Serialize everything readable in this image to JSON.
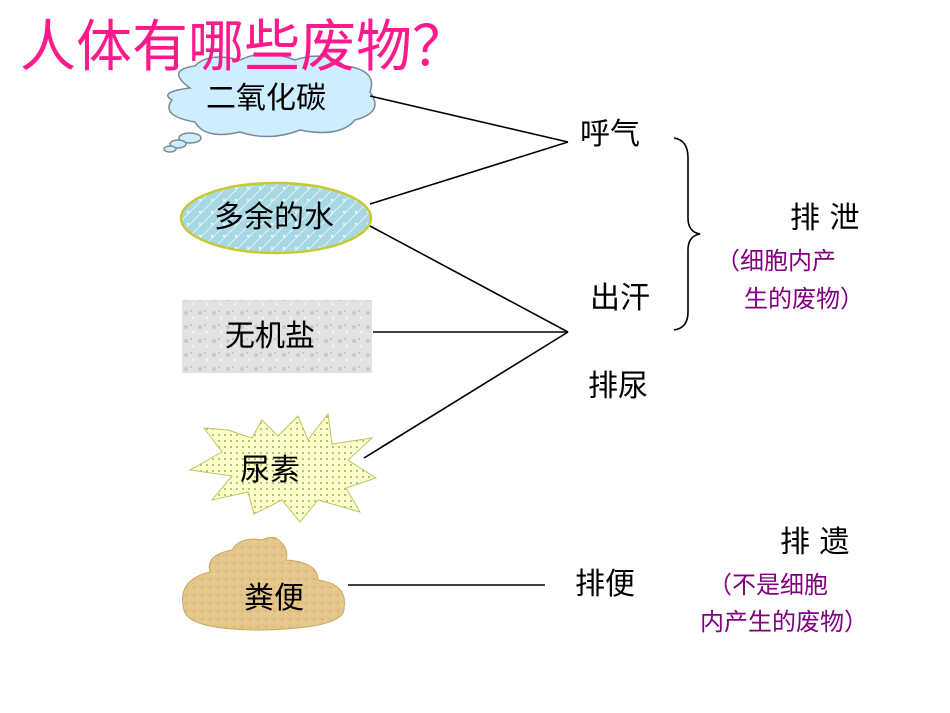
{
  "title": "人体有哪些废物？",
  "nodes": {
    "co2": "二氧化碳",
    "water": "多余的水",
    "salt": "无机盐",
    "urea": "尿素",
    "feces": "粪便"
  },
  "processes": {
    "breath": "呼气",
    "sweat": "出汗",
    "urine": "排尿",
    "defecate": "排便"
  },
  "groups": {
    "excretion": {
      "label": "排 泄",
      "note_line1": "（细胞内产",
      "note_line2": "生的废物）"
    },
    "egestion": {
      "label": "排 遗",
      "note_line1": "（不是细胞",
      "note_line2": "内产生的废物）"
    }
  },
  "colors": {
    "title": "#ff1a8c",
    "note": "#800080",
    "cloud_fill": "#cceeff",
    "water_fill": "#9fd4e0",
    "water_border": "#c8c830",
    "salt_fill": "#dcdcdc",
    "urea_fill": "#ffffcc",
    "feces_fill": "#e6c88a"
  }
}
